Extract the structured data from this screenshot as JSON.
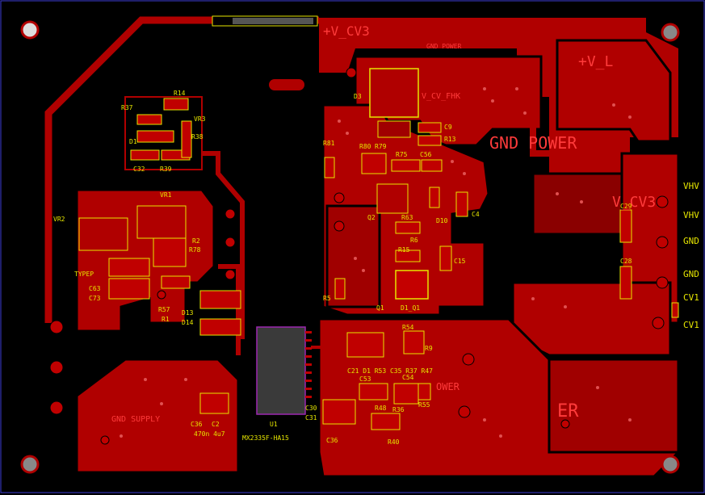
{
  "colors": {
    "background": "#000000",
    "copper": "#b00000",
    "copper_dark": "#7a0000",
    "trace": "#c80000",
    "silk": "#e6e600",
    "label": "#ff3b3b",
    "outline": "#6a1b9a"
  },
  "net_labels": {
    "v_cv3_top": "+V_CV3",
    "v_cv3_right": "V_CV3",
    "v_top_right": "+V_L",
    "gnd_power": "GND POWER",
    "gnd_power_small": "GND POWER",
    "gnd_supply": "GND SUPPLY",
    "ower": "OWER",
    "er": "ER",
    "v_cv_fhk": "V_CV_FHK"
  },
  "edge_pins": [
    "VHV",
    "VHV",
    "GND",
    "GND",
    "CV1",
    "CV1"
  ],
  "designators": {
    "r14": "R14",
    "r37": "R37",
    "vr3": "VR3",
    "d1": "D1",
    "r38": "R38",
    "c32": "C32",
    "r39": "R39",
    "vr1": "VR1",
    "vr2": "VR2",
    "r2": "R2",
    "r78": "R78",
    "c63": "C63",
    "c73": "C73",
    "r57": "R57",
    "r1": "R1",
    "d13": "D13",
    "d14": "D14",
    "d3": "D3",
    "c9": "C9",
    "r13": "R13",
    "r81": "R81",
    "r80": "R80",
    "r79": "R79",
    "c56": "C56",
    "r75": "R75",
    "c4": "C4",
    "q2": "Q2",
    "r63": "R63",
    "d10": "D10",
    "r6": "R6",
    "r15": "R15",
    "c15": "C15",
    "r5": "R5",
    "q1": "Q1",
    "d1_q1": "D1_Q1",
    "c29": "C29",
    "c28": "C28",
    "r54": "R54",
    "r9": "R9",
    "u1": "U1",
    "u1_part": "MX2335F-HA15",
    "c54": "C54",
    "r36": "R36",
    "r48": "R48",
    "r40": "R40",
    "c36": "C36",
    "c36_b": "C36",
    "c2": "C2",
    "c2_val": "470n 4u7",
    "cap_cluster": "C21 D1 R53 C35 R37 R47",
    "c53": "C53",
    "c30": "C30",
    "c31": "C31",
    "r55": "R55",
    "typep": "TYPEP"
  }
}
